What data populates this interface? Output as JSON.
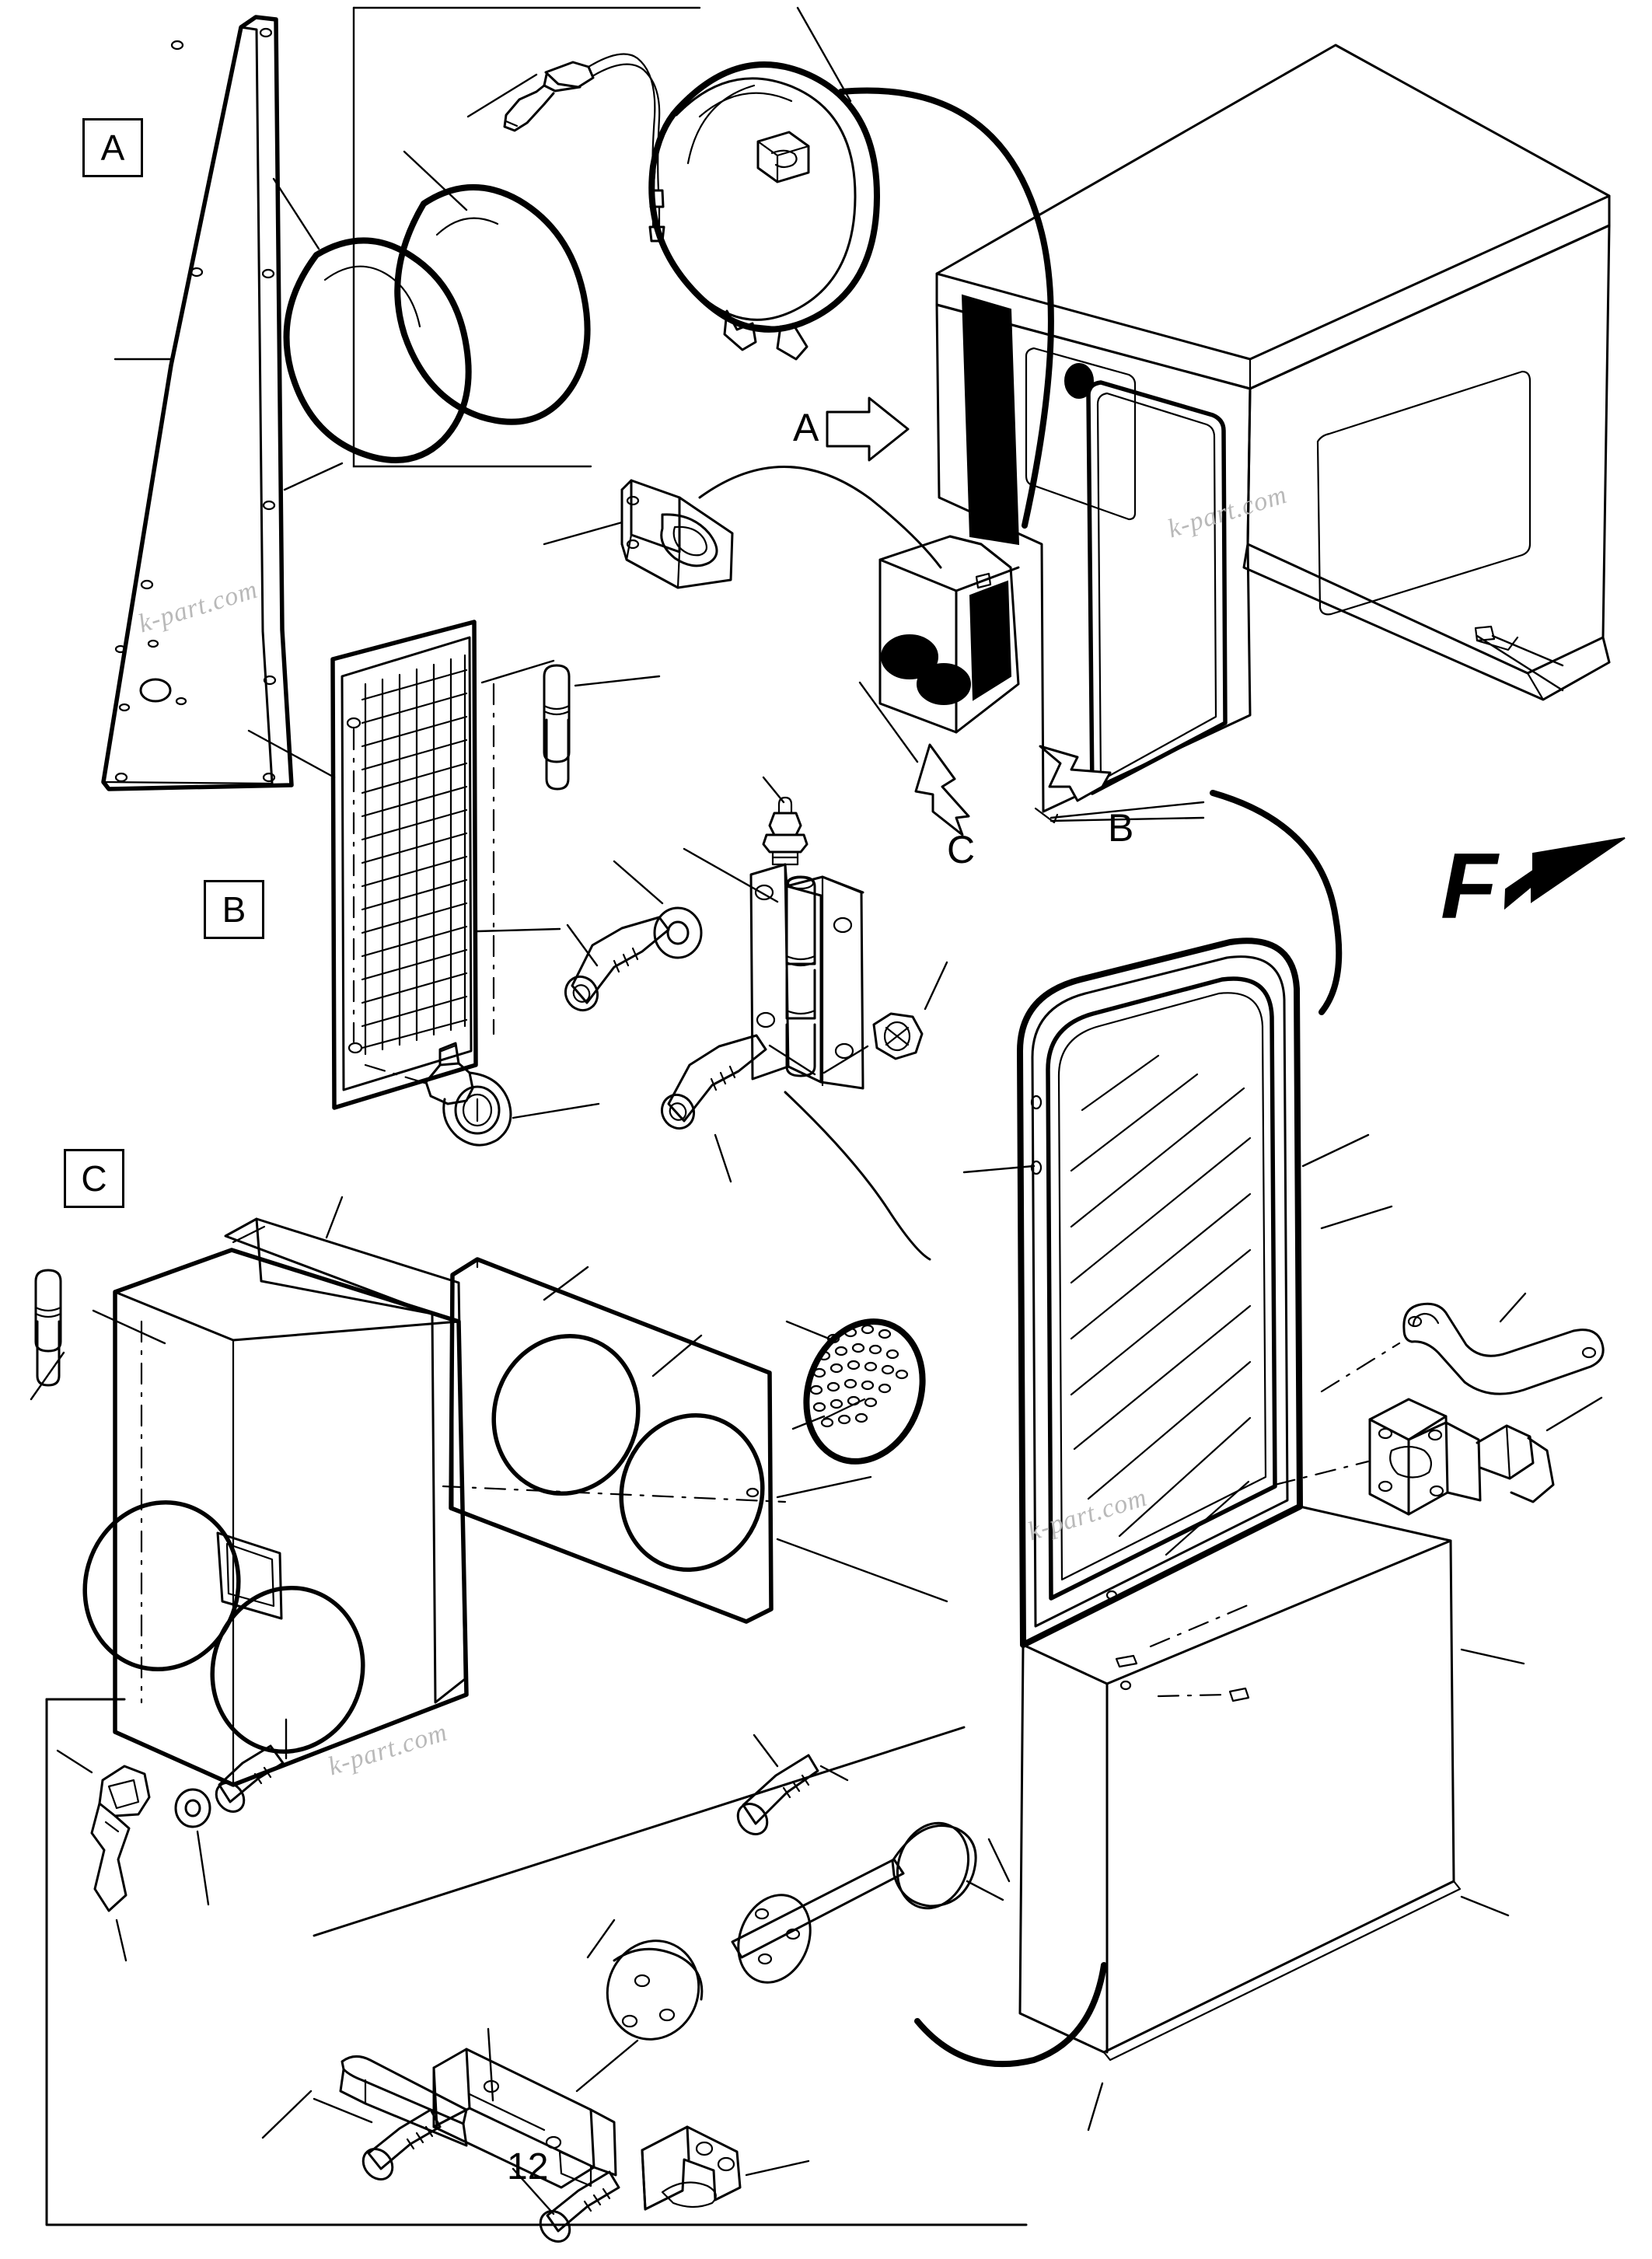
{
  "diagram": {
    "type": "exploded-parts-diagram",
    "subject": "Operator cab — door, window, light and access panel assembly",
    "projection": "isometric exploded view",
    "background_color": "#ffffff",
    "line_color": "#000000",
    "watermark_color": "#b9b9b9"
  },
  "section_labels": [
    {
      "id": "A",
      "text": "A"
    },
    {
      "id": "B",
      "text": "B"
    },
    {
      "id": "C",
      "text": "C"
    }
  ],
  "callouts": [
    {
      "id": "A",
      "text": "A",
      "arrow": "arrow-right-hollow",
      "points_to": "cab-front-pillar"
    },
    {
      "id": "B",
      "text": "B",
      "arrow": "arrow-up-right-hollow",
      "points_to": "cab-console-right"
    },
    {
      "id": "C",
      "text": "C",
      "arrow": "arrow-up-left-hollow",
      "points_to": "cab-console-left"
    }
  ],
  "direction_indicator": {
    "letter": "F",
    "arrow": "arrow-right-solid",
    "meaning": "front"
  },
  "part_numbers": [
    {
      "number": "12",
      "leader": true
    }
  ],
  "watermarks": [
    {
      "text": "k-part.com"
    },
    {
      "text": "k-part.com"
    },
    {
      "text": "k-part.com"
    },
    {
      "text": "k-part.com"
    }
  ],
  "parts": {
    "section_a": [
      {
        "name": "side-window-panel-trapezoid"
      },
      {
        "name": "dome-lamp-bulb"
      },
      {
        "name": "dome-lamp-wire-lead"
      },
      {
        "name": "dome-lamp-lens-cover"
      },
      {
        "name": "dome-lamp-housing"
      },
      {
        "name": "door-stay-bracket"
      }
    ],
    "section_b": [
      {
        "name": "mesh-grille-panel"
      },
      {
        "name": "hinge-pin"
      },
      {
        "name": "door-lock-cylinder"
      },
      {
        "name": "hinge-assembly"
      },
      {
        "name": "grease-fitting"
      },
      {
        "name": "socket-bolt-upper"
      },
      {
        "name": "flat-washer"
      },
      {
        "name": "hex-nut"
      },
      {
        "name": "socket-bolt-lower"
      }
    ],
    "section_c": [
      {
        "name": "hinge-pin-small"
      },
      {
        "name": "access-panel-front"
      },
      {
        "name": "panel-seal-frame"
      },
      {
        "name": "access-panel-rear"
      },
      {
        "name": "perforated-screen-disc"
      },
      {
        "name": "latch-knob"
      },
      {
        "name": "flat-washer-small"
      },
      {
        "name": "socket-bolt"
      },
      {
        "name": "socket-bolt-long"
      },
      {
        "name": "shaft-with-flange"
      },
      {
        "name": "round-knob-cap"
      },
      {
        "name": "hub-flange"
      },
      {
        "name": "door-handle-lever"
      },
      {
        "name": "latch-body"
      },
      {
        "name": "strike-bracket"
      },
      {
        "name": "socket-bolt-bracket"
      }
    ],
    "cab_and_door": [
      {
        "name": "operator-cab-shell"
      },
      {
        "name": "cab-front-pillar-black"
      },
      {
        "name": "cab-console-unit"
      },
      {
        "name": "cab-rear-window"
      },
      {
        "name": "cab-side-door-opening"
      },
      {
        "name": "cab-door-assembly"
      },
      {
        "name": "door-window-glass"
      },
      {
        "name": "door-weatherstrip-seal"
      },
      {
        "name": "door-lower-panel"
      },
      {
        "name": "door-latch-striker"
      },
      {
        "name": "door-grab-handle"
      }
    ]
  }
}
